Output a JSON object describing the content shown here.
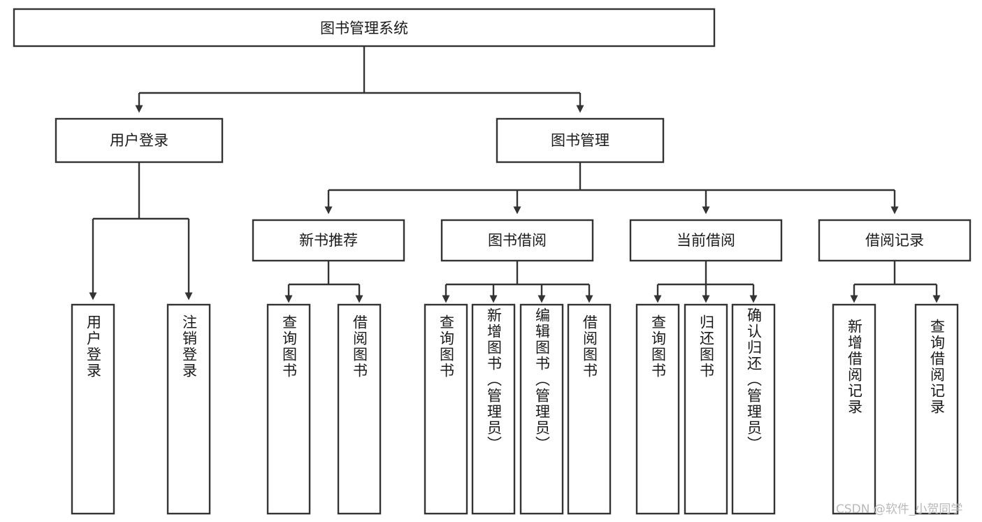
{
  "diagram": {
    "title": "图书管理系统",
    "type": "tree-hierarchy",
    "root": {
      "id": "root",
      "label": "图书管理系统"
    },
    "level2": [
      {
        "id": "user-login",
        "label": "用户登录"
      },
      {
        "id": "book-manage",
        "label": "图书管理"
      }
    ],
    "level3": [
      {
        "id": "new-book-rec",
        "label": "新书推荐",
        "parent": "book-manage"
      },
      {
        "id": "book-borrow",
        "label": "图书借阅",
        "parent": "book-manage"
      },
      {
        "id": "current-borrow",
        "label": "当前借阅",
        "parent": "book-manage"
      },
      {
        "id": "borrow-record",
        "label": "借阅记录",
        "parent": "book-manage"
      }
    ],
    "leaves": [
      {
        "id": "leaf-user-login",
        "label": "用户登录",
        "parent": "user-login"
      },
      {
        "id": "leaf-user-logout",
        "label": "注销登录",
        "parent": "user-login"
      },
      {
        "id": "leaf-query-book-1",
        "label": "查询图书",
        "parent": "new-book-rec"
      },
      {
        "id": "leaf-borrow-book-1",
        "label": "借阅图书",
        "parent": "new-book-rec"
      },
      {
        "id": "leaf-query-book-2",
        "label": "查询图书",
        "parent": "book-borrow"
      },
      {
        "id": "leaf-add-book",
        "label": "新增图书（管理员）",
        "parent": "book-borrow"
      },
      {
        "id": "leaf-edit-book",
        "label": "编辑图书（管理员）",
        "parent": "book-borrow"
      },
      {
        "id": "leaf-borrow-book-2",
        "label": "借阅图书",
        "parent": "book-borrow"
      },
      {
        "id": "leaf-query-book-3",
        "label": "查询图书",
        "parent": "current-borrow"
      },
      {
        "id": "leaf-return-book",
        "label": "归还图书",
        "parent": "current-borrow"
      },
      {
        "id": "leaf-confirm-return",
        "label": "确认归还（管理员）",
        "parent": "current-borrow"
      },
      {
        "id": "leaf-add-record",
        "label": "新增借阅记录",
        "parent": "borrow-record"
      },
      {
        "id": "leaf-query-record",
        "label": "查询借阅记录",
        "parent": "borrow-record"
      }
    ]
  },
  "watermark": {
    "text": "CSDN @软件_小贺同学"
  },
  "colors": {
    "stroke": "#333333",
    "fill": "#ffffff",
    "text": "#1a1a1a",
    "watermark": "#b9b9b9"
  }
}
